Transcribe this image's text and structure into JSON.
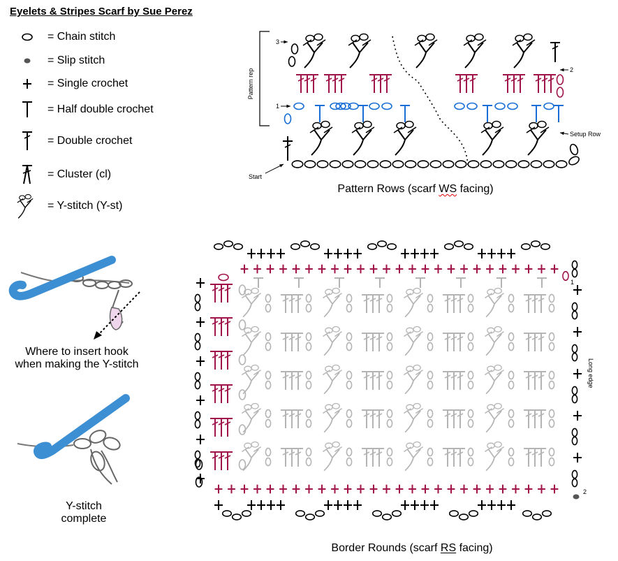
{
  "title": "Eyelets & Stripes Scarf by Sue Perez",
  "legend": [
    {
      "icon": "chain-stitch-icon",
      "label": "= Chain stitch"
    },
    {
      "icon": "slip-stitch-icon",
      "label": "= Slip stitch"
    },
    {
      "icon": "single-crochet-icon",
      "label": "= Single crochet"
    },
    {
      "icon": "half-double-crochet-icon",
      "label": "= Half double crochet"
    },
    {
      "icon": "double-crochet-icon",
      "label": "=  Double crochet"
    },
    {
      "icon": "cluster-icon",
      "label": "= Cluster (cl)"
    },
    {
      "icon": "y-stitch-icon",
      "label": "= Y-stitch (Y-st)"
    }
  ],
  "hook_caption_1": [
    "Where to insert hook",
    "when making the Y-stitch"
  ],
  "hook_caption_2": [
    "Y-stitch",
    "complete"
  ],
  "pattern_rows": {
    "caption_pre": "Pattern Rows (scarf ",
    "caption_mid": "WS",
    "caption_post": " facing)",
    "label_pattern_rep": "Pattern rep",
    "label_start": "Start",
    "label_setup": "Setup Row",
    "row_1": "1",
    "row_2": "2",
    "row_3": "3"
  },
  "border": {
    "caption_pre": "Border Rounds (scarf ",
    "caption_mid": "RS",
    "caption_post": " facing)",
    "label_long_edge": "Long edge",
    "round_1": "1",
    "round_2": "2"
  },
  "colors": {
    "black": "#000000",
    "red": "#a0144a",
    "blue": "#1a6fd6",
    "grey": "#b4b4b4",
    "hook": "#3d8fd4",
    "pink": "#f0d6ec"
  }
}
